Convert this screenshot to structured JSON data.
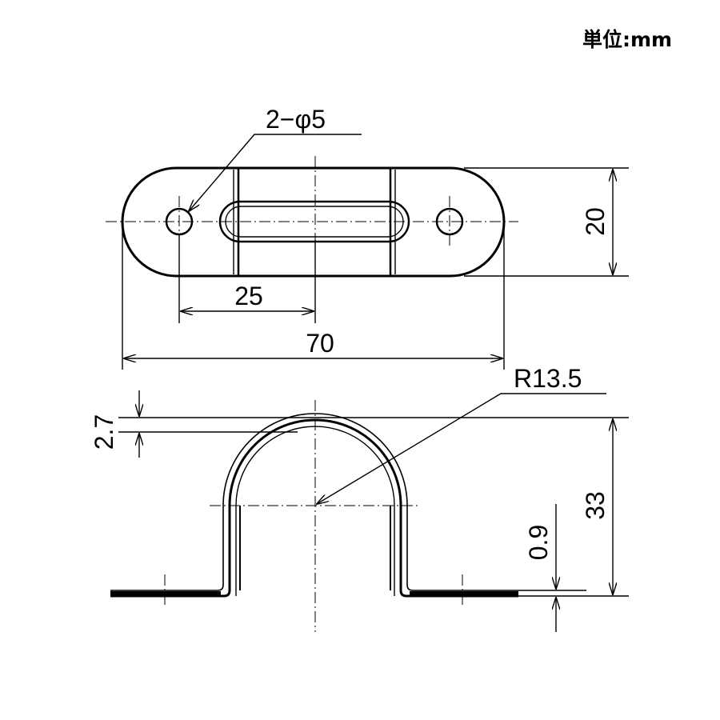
{
  "unit_label": "単位:mm",
  "dimensions": {
    "hole": "2−φ5",
    "height_top": "20",
    "hole_to_center": "25",
    "overall_length": "70",
    "radius": "R13.5",
    "thickness_top": "2.7",
    "thickness_bottom": "0.9",
    "overall_height": "33"
  }
}
